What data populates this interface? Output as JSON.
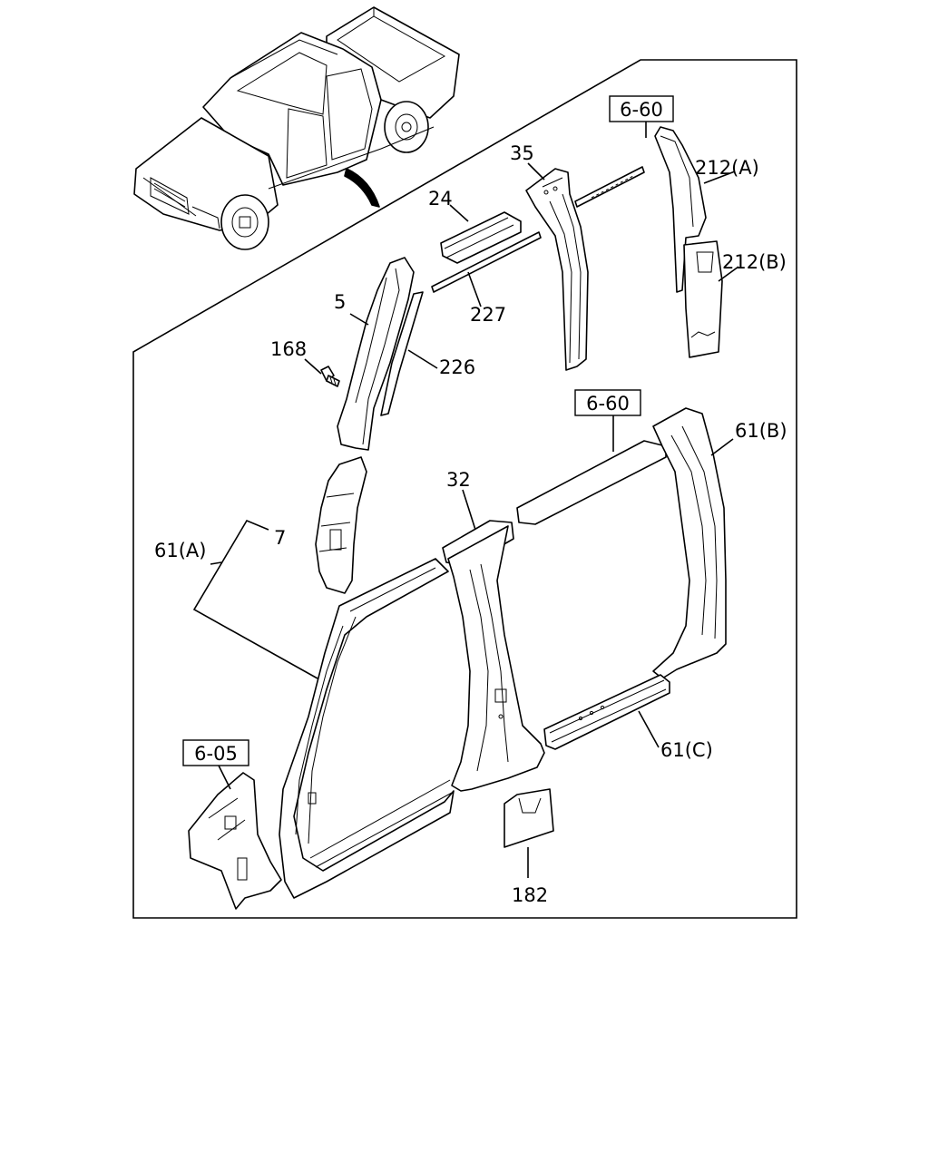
{
  "labels": {
    "l_212a": "212(A)",
    "l_212b": "212(B)",
    "l_35": "35",
    "l_24": "24",
    "l_227": "227",
    "l_5": "5",
    "l_168": "168",
    "l_226": "226",
    "l_61b": "61(B)",
    "l_32": "32",
    "l_7": "7",
    "l_61a": "61(A)",
    "l_61c": "61(C)",
    "l_182": "182"
  },
  "references": {
    "ref_660_top": "6-60",
    "ref_660_mid": "6-60",
    "ref_605": "6-05"
  }
}
